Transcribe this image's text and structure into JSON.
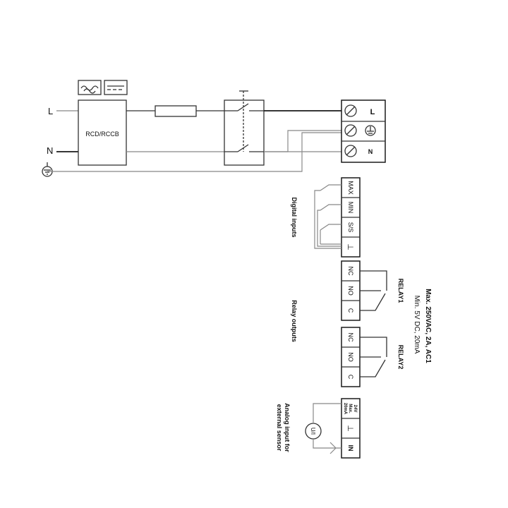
{
  "supply": {
    "line_label": "L",
    "neutral_label": "N",
    "rcd_label": "RCD/RCCB"
  },
  "mains_terminal": {
    "labels": [
      "L",
      "",
      "N"
    ],
    "earth_symbol": "earth-icon"
  },
  "digital_inputs": {
    "title": "Digital inputs",
    "terminals": [
      "MAX",
      "MIN",
      "S/S",
      "⊥"
    ]
  },
  "relay_outputs": {
    "title": "Relay outputs",
    "relay1": {
      "name": "RELAY1",
      "terminals": [
        "NC",
        "NO",
        "C"
      ]
    },
    "relay2": {
      "name": "RELAY2",
      "terminals": [
        "NC",
        "NO",
        "C"
      ]
    },
    "spec_line1": "Max. 250VAC, 2A, AC1",
    "spec_line2": "Min. 5V DC, 20mA"
  },
  "analog_input": {
    "title_line1": "Analog input for",
    "title_line2": "external sensor",
    "supply_line1": "24V",
    "supply_line2": "Max.",
    "supply_line3": "20mA",
    "ground_symbol": "⊥",
    "input_label": "IN",
    "sensor_label": "U/I"
  }
}
